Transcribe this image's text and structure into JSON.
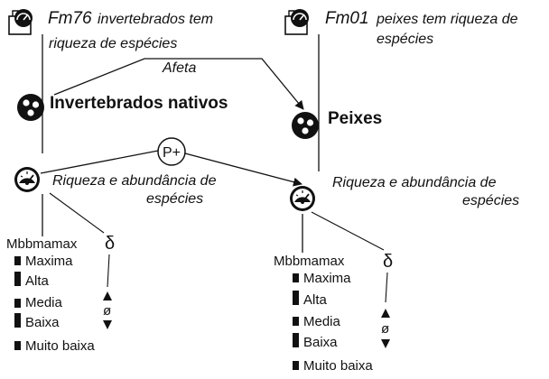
{
  "left": {
    "code": "Fm76",
    "title_line1": "invertebrados tem",
    "title_line2": "riqueza de espécies",
    "entity": "Invertebrados nativos",
    "quantity_line1": "Riqueza e abundância de",
    "quantity_line2": "espécies",
    "qs_name": "Mbbmamax",
    "qs_values": [
      "Maxima",
      "Alta",
      "Media",
      "Baixa",
      "Muito baixa"
    ],
    "derivative_symbol": "δ",
    "derivative_zero": "ø"
  },
  "right": {
    "code": "Fm01",
    "title_line1": "peixes tem riqueza de",
    "title_line2": "espécies",
    "entity": "Peixes",
    "quantity_line1": "Riqueza e abundância de",
    "quantity_line2": "espécies",
    "qs_name": "Mbbmamax",
    "qs_values": [
      "Maxima",
      "Alta",
      "Media",
      "Baixa",
      "Muito baixa"
    ],
    "derivative_symbol": "δ",
    "derivative_zero": "ø"
  },
  "relations": {
    "configuration_label": "Afeta",
    "proportionality_label": "P+"
  },
  "icons": [
    "model-fragment-icon",
    "entity-icon",
    "quantity-gauge-icon"
  ]
}
